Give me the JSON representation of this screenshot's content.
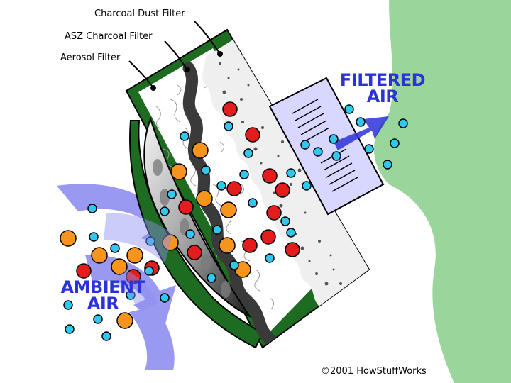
{
  "labels": {
    "charcoal_dust": "Charcoal Dust Filter",
    "asz_charcoal": "ASZ Charcoal Filter",
    "aerosol": "Aerosol Filter"
  },
  "flows": {
    "filtered_line1": "FILTERED",
    "filtered_line2": "AIR",
    "ambient_line1": "AMBIENT",
    "ambient_line2": "AIR"
  },
  "copyright": "©2001 HowStuffWorks",
  "colors": {
    "face_green": "#9ad69c",
    "housing_green": "#1e6b22",
    "arrow_purple": "#8f8ff0",
    "particle_orange": "#f7941d",
    "particle_red": "#e31d1d",
    "particle_cyan": "#2ec8f0",
    "label_blue": "#2b33d6"
  }
}
